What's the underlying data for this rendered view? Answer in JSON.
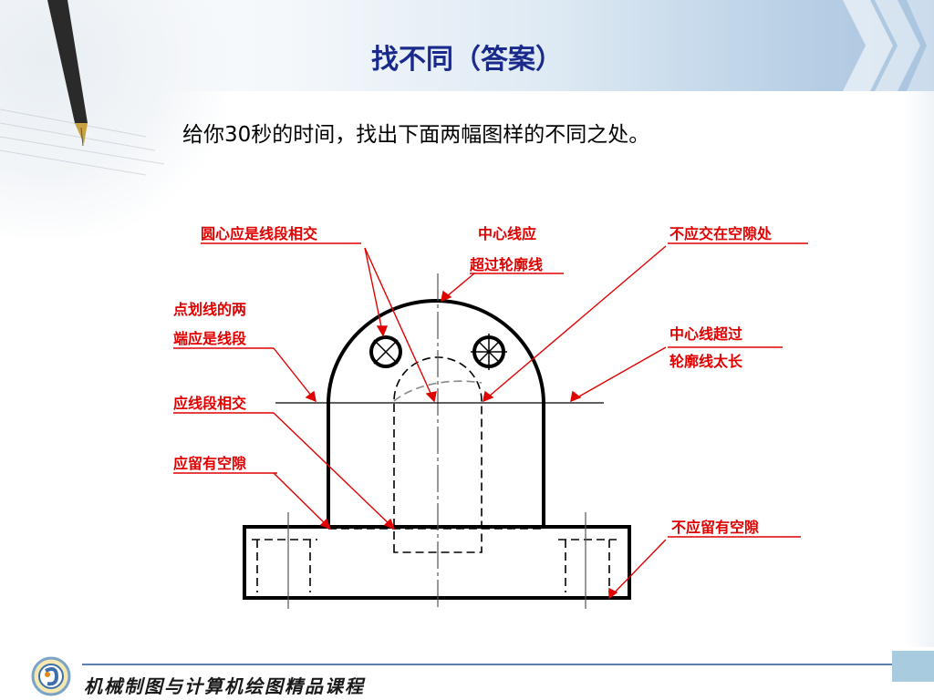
{
  "slide": {
    "title": "找不同（答案）",
    "instruction": "给你30秒的时间，找出下面两幅图样的不同之处。"
  },
  "annotations": [
    {
      "id": "circle-center",
      "text": "圆心应是线段相交"
    },
    {
      "id": "centerline-exceed-1",
      "text": "中心线应"
    },
    {
      "id": "centerline-exceed-2",
      "text": "超过轮廓线"
    },
    {
      "id": "no-gap-intersect",
      "text": "不应交在空隙处"
    },
    {
      "id": "dash-ends-1",
      "text": "点划线的两"
    },
    {
      "id": "dash-ends-2",
      "text": "端应是线段"
    },
    {
      "id": "centerline-too-long-1",
      "text": "中心线超过"
    },
    {
      "id": "centerline-too-long-2",
      "text": "轮廓线太长"
    },
    {
      "id": "segments-intersect",
      "text": "应线段相交"
    },
    {
      "id": "leave-gap",
      "text": "应留有空隙"
    },
    {
      "id": "no-gap",
      "text": "不应留有空隙"
    }
  ],
  "footer": {
    "course_text": "机械制图与计算机绘图精品课程",
    "logo_icon": "course-logo-icon"
  },
  "colors": {
    "title": "#1a2a8c",
    "annotation": "#e00000",
    "drawing": "#000000",
    "footer_box": "#a8cbe0"
  }
}
